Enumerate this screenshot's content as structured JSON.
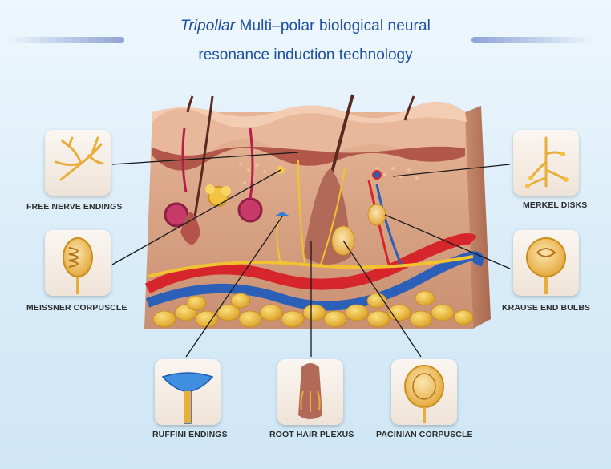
{
  "title": {
    "brand": "Tripollar",
    "line1_rest": " Multi–polar biological neural",
    "line2": "resonance induction technology"
  },
  "labels": {
    "free_nerve_endings": "FREE NERVE ENDINGS",
    "meissner_corpuscle": "MEISSNER CORPUSCLE",
    "merkel_disks": "MERKEL DISKS",
    "krause_end_bulbs": "KRAUSE END BULBS",
    "ruffini_endings": "RUFFINI ENDINGS",
    "root_hair_plexus": "ROOT HAIR PLEXUS",
    "pacinian_corpuscle": "PACINIAN CORPUSCLE"
  },
  "colors": {
    "title": "#1f4fa0",
    "skin": "#d9a98c",
    "epidermis": "#e8b898",
    "artery": "#d6262b",
    "vein": "#2b5fb8",
    "nerve": "#f2c230",
    "fat": "#f0c04a"
  }
}
